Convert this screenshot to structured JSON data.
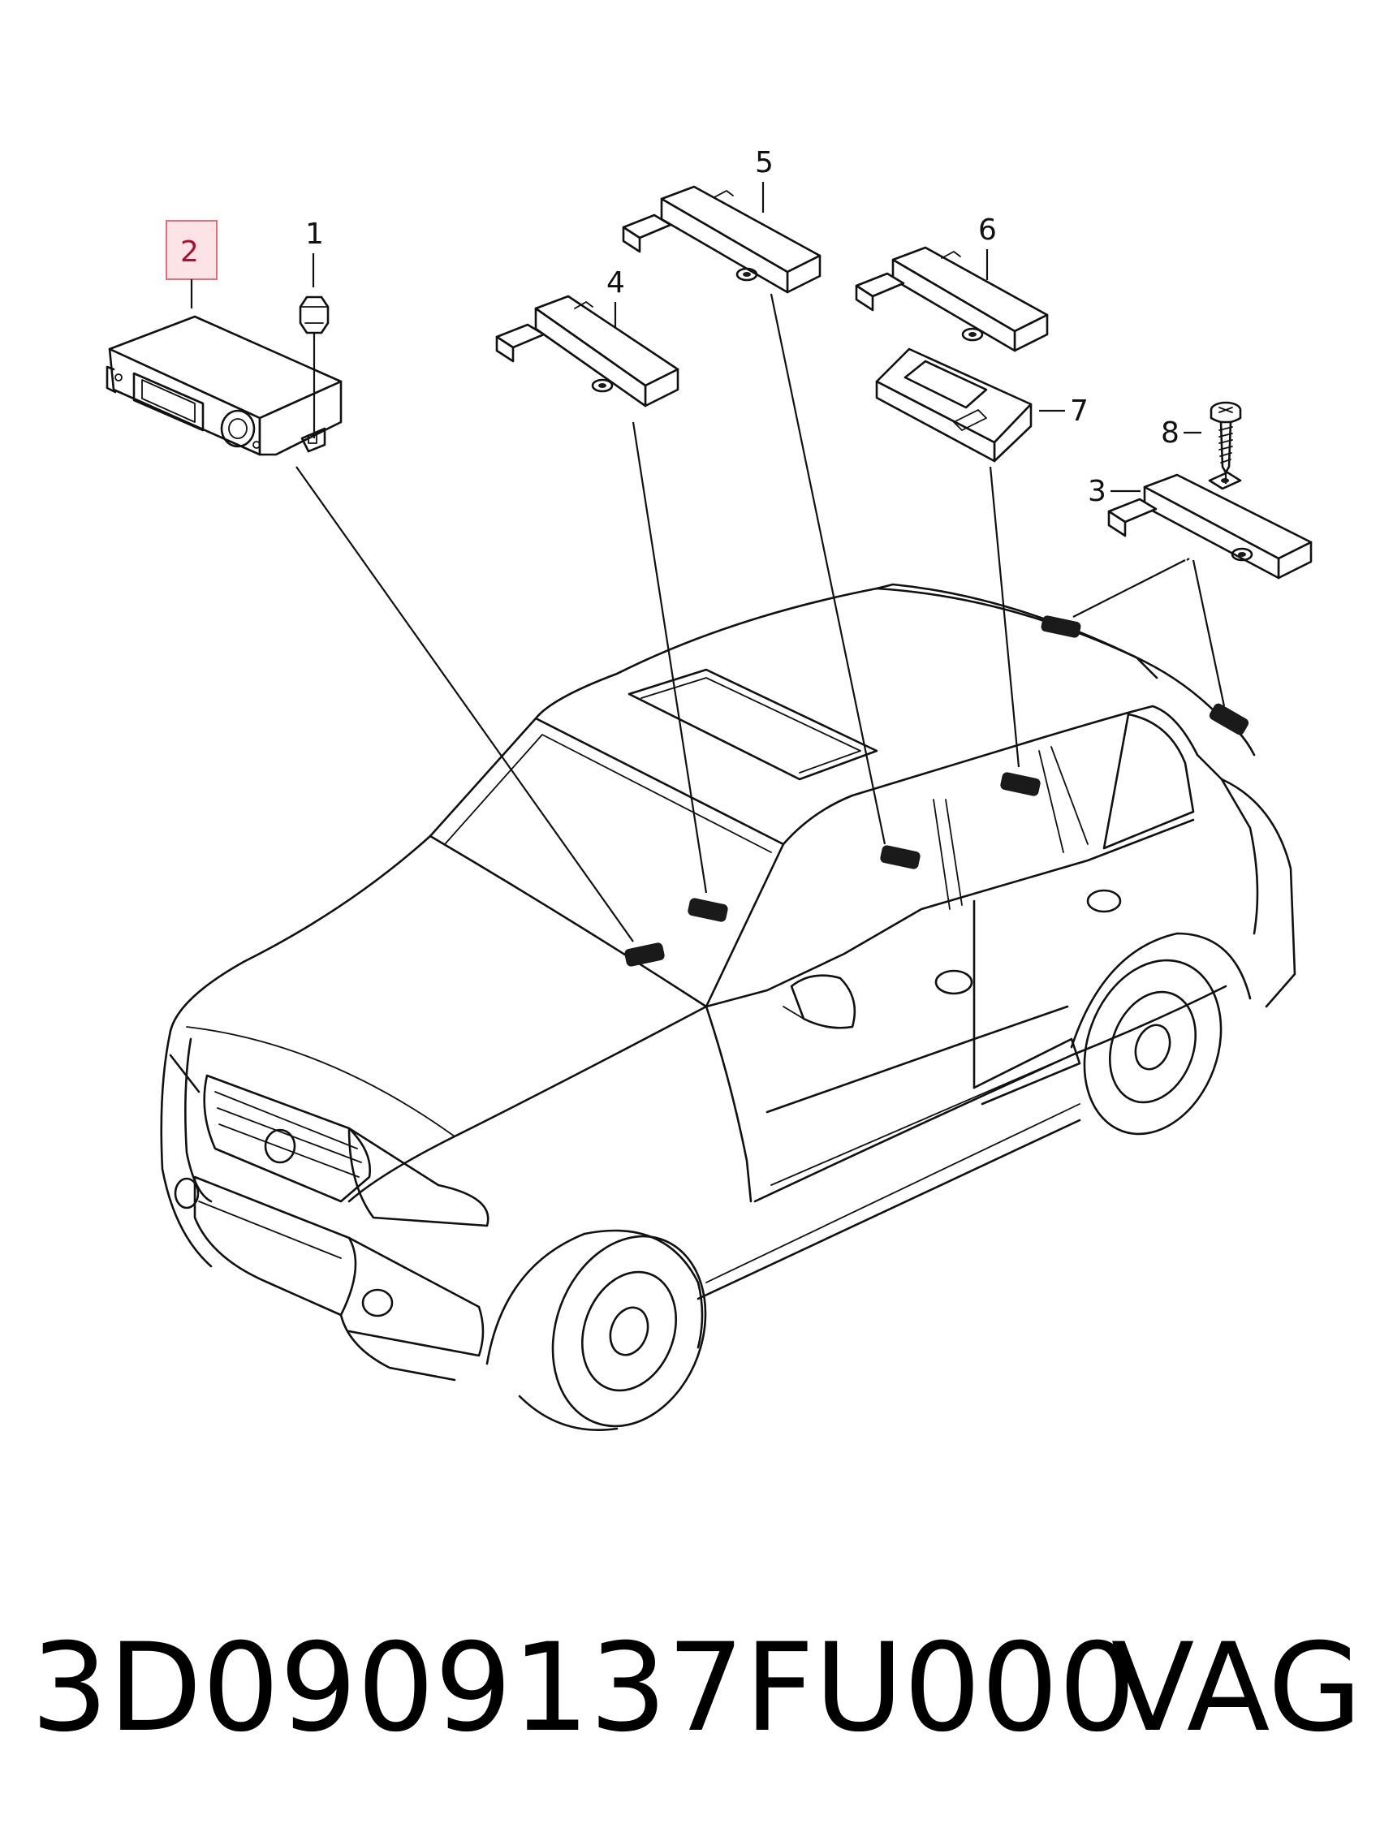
{
  "callouts": {
    "c1": "1",
    "c2": "2",
    "c3": "3",
    "c4": "4",
    "c5": "5",
    "c6": "6",
    "c7": "7",
    "c8": "8"
  },
  "highlighted_callout": "2",
  "highlight_color": "#b01030",
  "footer": {
    "part_number": "3D0909137FU000",
    "brand": "VAG"
  }
}
